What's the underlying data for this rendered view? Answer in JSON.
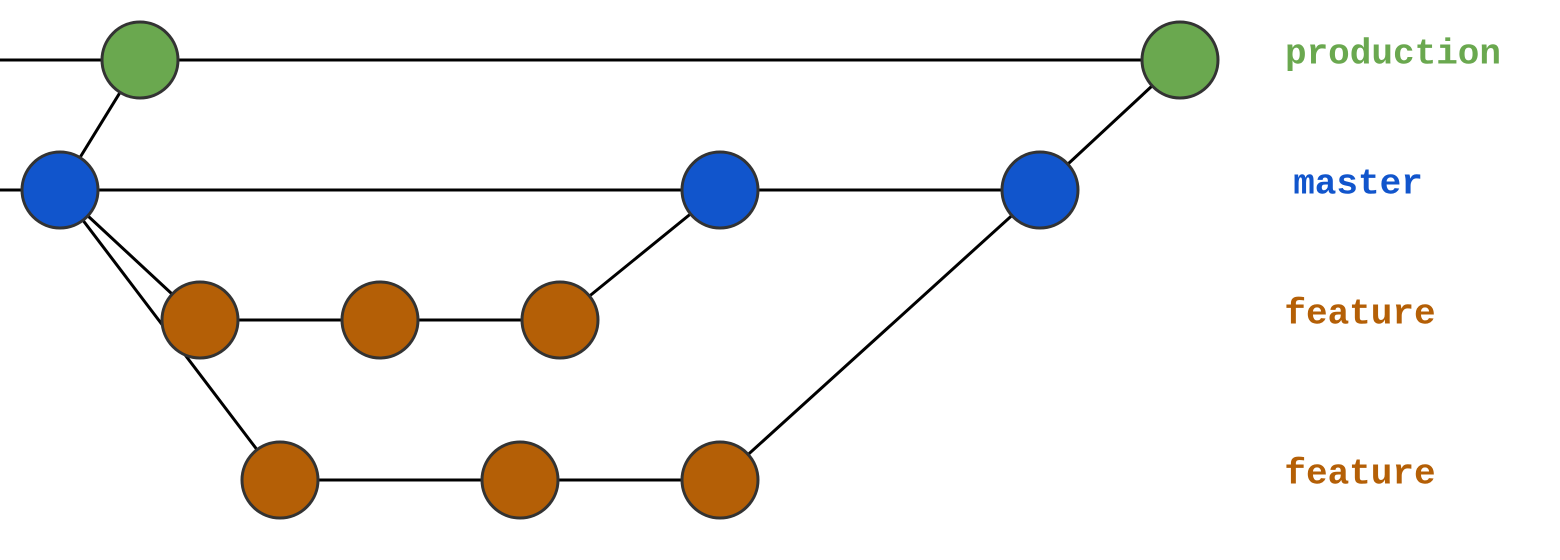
{
  "colors": {
    "production": "#6aa84f",
    "master": "#1155cc",
    "feature": "#b45f06",
    "edge": "#000000",
    "outline": "#333333"
  },
  "branches": [
    {
      "id": "production",
      "label": "production",
      "color_key": "production"
    },
    {
      "id": "master",
      "label": "master",
      "color_key": "master"
    },
    {
      "id": "feature_a",
      "label": "feature",
      "color_key": "feature"
    },
    {
      "id": "feature_b",
      "label": "feature",
      "color_key": "feature"
    }
  ],
  "commits": [
    {
      "id": "p1",
      "branch": "production"
    },
    {
      "id": "p2",
      "branch": "production"
    },
    {
      "id": "m1",
      "branch": "master"
    },
    {
      "id": "m2",
      "branch": "master"
    },
    {
      "id": "m3",
      "branch": "master"
    },
    {
      "id": "fa1",
      "branch": "feature_a"
    },
    {
      "id": "fa2",
      "branch": "feature_a"
    },
    {
      "id": "fa3",
      "branch": "feature_a"
    },
    {
      "id": "fb1",
      "branch": "feature_b"
    },
    {
      "id": "fb2",
      "branch": "feature_b"
    },
    {
      "id": "fb3",
      "branch": "feature_b"
    }
  ],
  "edges": [
    {
      "from": "p1",
      "to": "p2"
    },
    {
      "from": "m1",
      "to": "p1"
    },
    {
      "from": "m1",
      "to": "m2"
    },
    {
      "from": "m2",
      "to": "m3"
    },
    {
      "from": "m3",
      "to": "p2"
    },
    {
      "from": "m1",
      "to": "fa1"
    },
    {
      "from": "fa1",
      "to": "fa2"
    },
    {
      "from": "fa2",
      "to": "fa3"
    },
    {
      "from": "fa3",
      "to": "m2"
    },
    {
      "from": "m1",
      "to": "fb1"
    },
    {
      "from": "fb1",
      "to": "fb2"
    },
    {
      "from": "fb2",
      "to": "fb3"
    },
    {
      "from": "fb3",
      "to": "m3"
    }
  ],
  "incoming": [
    "production",
    "master"
  ]
}
